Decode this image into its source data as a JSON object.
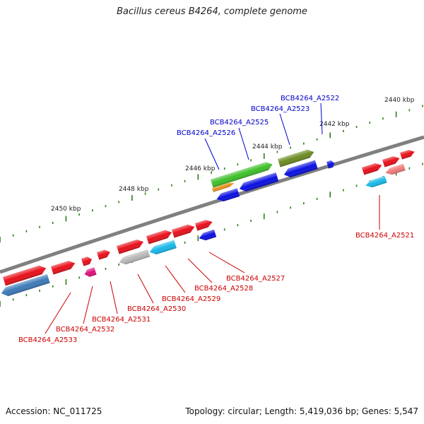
{
  "title": "Bacillus cereus B4264, complete genome",
  "footer": {
    "accession": "Accession: NC_011725",
    "topology": "Topology: circular; Length: 5,419,036 bp; Genes: 5,547"
  },
  "colors": {
    "backbone": "#808080",
    "tick": "#2e7d1a",
    "upper_label": "#0000cc",
    "lower_label": "#cc0000"
  },
  "ruler_labels": [
    "2440 kbp",
    "2442 kbp",
    "2444 kbp",
    "2446 kbp",
    "2448 kbp",
    "2450 kbp"
  ],
  "gene_labels": {
    "upper": [
      "BCB4264_A2522",
      "BCB4264_A2523",
      "BCB4264_A2525",
      "BCB4264_A2526"
    ],
    "lower": [
      "BCB4264_A2521",
      "BCB4264_A2527",
      "BCB4264_A2528",
      "BCB4264_A2529",
      "BCB4264_A2530",
      "BCB4264_A2531",
      "BCB4264_A2532",
      "BCB4264_A2533"
    ]
  },
  "genes": [
    {
      "color": "#e8101a",
      "strand": "+"
    },
    {
      "color": "#e8101a",
      "strand": "+"
    },
    {
      "color": "#e8101a",
      "strand": "+"
    },
    {
      "color": "#e8101a",
      "strand": "+"
    },
    {
      "color": "#e8101a",
      "strand": "+"
    },
    {
      "color": "#e8101a",
      "strand": "+"
    },
    {
      "color": "#e8101a",
      "strand": "+"
    },
    {
      "color": "#e8101a",
      "strand": "+"
    },
    {
      "color": "#e8101a",
      "strand": "+"
    },
    {
      "color": "#e8101a",
      "strand": "+"
    },
    {
      "color": "#e8101a",
      "strand": "+"
    },
    {
      "color": "#e8101a",
      "strand": "+"
    },
    {
      "color": "#3c7ab8",
      "strand": "-"
    },
    {
      "color": "#e0107a",
      "strand": "-"
    },
    {
      "color": "#b8b8b8",
      "strand": "-"
    },
    {
      "color": "#18b8e8",
      "strand": "-"
    },
    {
      "color": "#0a10e0",
      "strand": "-"
    },
    {
      "color": "#18b8e8",
      "strand": "-"
    },
    {
      "color": "#ef7a7a",
      "strand": "-"
    },
    {
      "color": "#3fbf2a",
      "strand": "+"
    },
    {
      "color": "#e8901a",
      "strand": "+"
    },
    {
      "color": "#6b8a22",
      "strand": "+"
    },
    {
      "color": "#0a10e0",
      "strand": "-"
    },
    {
      "color": "#0a10e0",
      "strand": "-"
    },
    {
      "color": "#0a10e0",
      "strand": "-"
    },
    {
      "color": "#0a10e0",
      "strand": "+"
    }
  ]
}
